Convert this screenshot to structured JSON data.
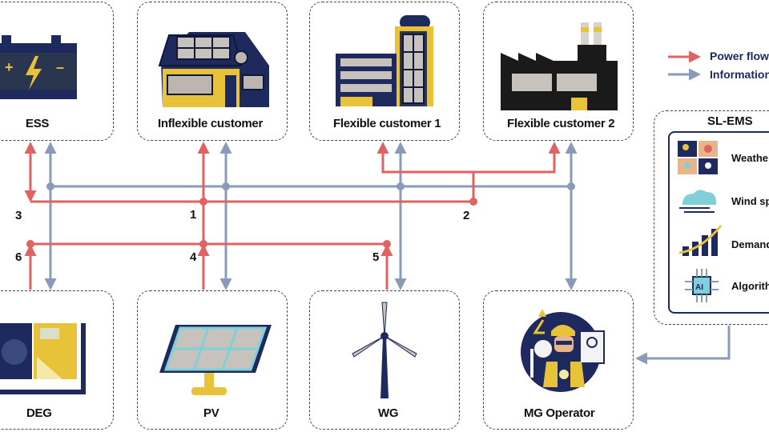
{
  "nodes": {
    "ess": "ESS",
    "inflexible": "Inflexible customer",
    "flex1": "Flexible customer 1",
    "flex2": "Flexible customer 2",
    "deg": "DEG",
    "pv": "PV",
    "wg": "WG",
    "operator": "MG Operator"
  },
  "bus_numbers": [
    "1",
    "2",
    "3",
    "4",
    "5",
    "6"
  ],
  "legend": {
    "power_flow": "Power flow",
    "information": "Information"
  },
  "sl_ems": {
    "title": "SL-EMS",
    "items": [
      "Weathe",
      "Wind sp",
      "Demand",
      "Algorith"
    ]
  },
  "colors": {
    "power": "#e06262",
    "info": "#8a9bb8",
    "navy": "#1e2a5e",
    "gold": "#e8c33a"
  },
  "icons": {
    "ess": "battery-icon",
    "inflexible": "house-icon",
    "flex1": "building-icon",
    "flex2": "factory-icon",
    "deg": "generator-icon",
    "pv": "solar-panel-icon",
    "wg": "wind-turbine-icon",
    "operator": "engineer-icon"
  }
}
